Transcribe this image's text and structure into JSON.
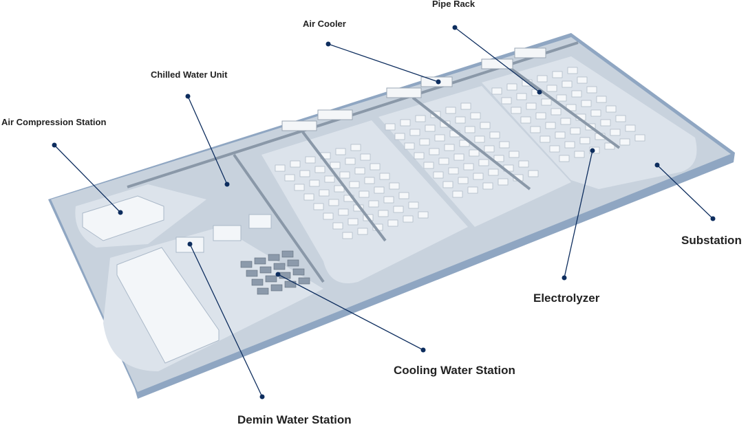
{
  "title": "Hydrogen Plant Layout",
  "colors": {
    "marker": "#0d2d5e",
    "platform": "#c9d3de",
    "platform_edge": "#7f97b5",
    "zone": "#dfe6ee",
    "building": "#f3f6f9"
  },
  "labels": [
    {
      "id": "air-compression-station",
      "text": "Air Compression Station",
      "size": "sm"
    },
    {
      "id": "chilled-water-unit",
      "text": "Chilled Water Unit",
      "size": "sm"
    },
    {
      "id": "air-cooler",
      "text": "Air Cooler",
      "size": "sm"
    },
    {
      "id": "pipe-rack",
      "text": "Pipe Rack",
      "size": "sm"
    },
    {
      "id": "substation",
      "text": "Substation",
      "size": "lg"
    },
    {
      "id": "electrolyzer",
      "text": "Electrolyzer",
      "size": "lg"
    },
    {
      "id": "cooling-water-station",
      "text": "Cooling Water Station",
      "size": "lg"
    },
    {
      "id": "demin-water-station",
      "text": "Demin Water Station",
      "size": "lg"
    }
  ]
}
